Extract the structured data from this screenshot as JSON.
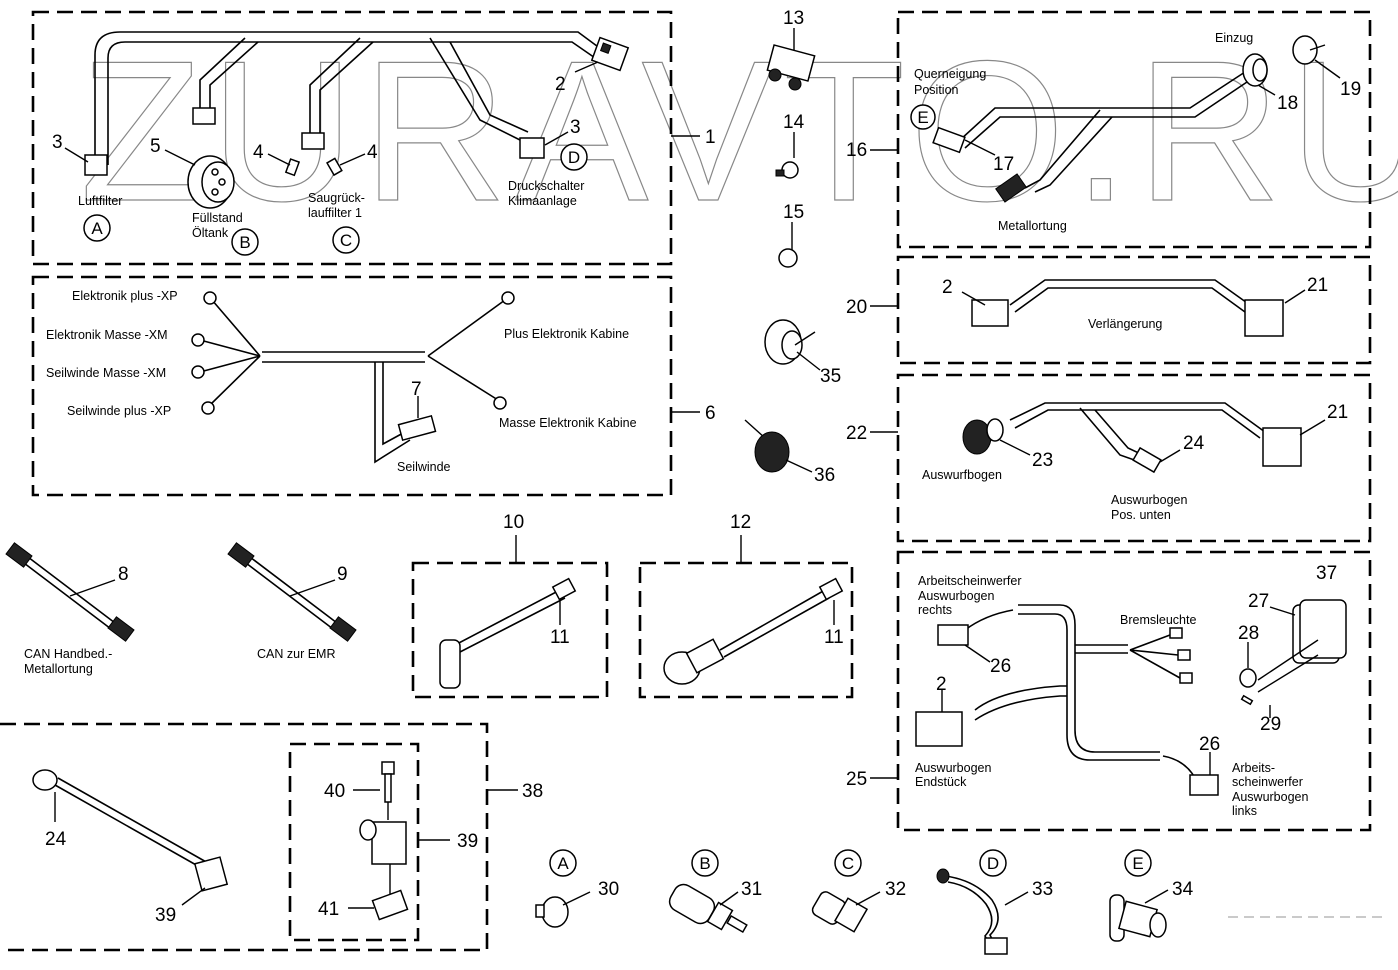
{
  "watermark": "ZURAVTO.RU",
  "accent_colors": {
    "line": "#000000",
    "background": "#ffffff",
    "watermark": "#888888"
  },
  "groups": {
    "g1": {
      "number": "1",
      "labels": {
        "luftfilter": "Luftfilter",
        "fuellstand": "Füllstand",
        "oeltank": "Öltank",
        "saug1": "Saugrück-",
        "saug2": "lauffilter 1",
        "druck1": "Druckschalter",
        "druck2": "Klimaanlage"
      },
      "callouts": {
        "c2": "2",
        "c3a": "3",
        "c3b": "3",
        "c4a": "4",
        "c4b": "4",
        "c5": "5"
      },
      "circles": {
        "a": "A",
        "b": "B",
        "c": "C",
        "d": "D"
      }
    },
    "g6": {
      "number": "6",
      "labels": {
        "ep": "Elektronik plus -XP",
        "em": "Elektronik Masse -XM",
        "sm": "Seilwinde Masse -XM",
        "sp": "Seilwinde plus -XP",
        "pek": "Plus Elektronik Kabine",
        "mek": "Masse Elektronik Kabine",
        "sw": "Seilwinde"
      },
      "callouts": {
        "c7": "7"
      }
    },
    "g16": {
      "number": "16",
      "labels": {
        "quer1": "Querneigung",
        "quer2": "Position",
        "einzug": "Einzug",
        "metall": "Metallortung"
      },
      "callouts": {
        "c17": "17",
        "c18": "18",
        "c19": "19"
      },
      "circles": {
        "e": "E"
      }
    },
    "g20": {
      "number": "20",
      "labels": {
        "verl": "Verlängerung"
      },
      "callouts": {
        "c2": "2",
        "c21": "21"
      }
    },
    "g22": {
      "number": "22",
      "labels": {
        "ausw": "Auswurfbogen",
        "pos1": "Auswurbogen",
        "pos2": "Pos. unten"
      },
      "callouts": {
        "c21": "21",
        "c23": "23",
        "c24": "24"
      }
    },
    "g25": {
      "number": "25",
      "labels": {
        "ar1": "Arbeitscheinwerfer",
        "ar2": "Auswurbogen",
        "ar3": "rechts",
        "brems": "Bremsleuchte",
        "end1": "Auswurbogen",
        "end2": "Endstück",
        "al1": "Arbeits-",
        "al2": "scheinwerfer",
        "al3": "Auswurbogen",
        "al4": "links"
      },
      "callouts": {
        "c2": "2",
        "c26a": "26",
        "c26b": "26",
        "c27": "27",
        "c28": "28",
        "c29": "29",
        "c37": "37"
      }
    },
    "g10": {
      "number": "10",
      "callouts": {
        "c11": "11"
      }
    },
    "g12": {
      "number": "12",
      "callouts": {
        "c11": "11"
      }
    },
    "g38": {
      "number": "38",
      "callouts": {
        "c24": "24",
        "c39a": "39",
        "c39b": "39",
        "c40": "40",
        "c41": "41"
      }
    }
  },
  "loose_parts": {
    "p8": {
      "number": "8",
      "label1": "CAN Handbed.-",
      "label2": "Metallortung"
    },
    "p9": {
      "number": "9",
      "label1": "CAN zur EMR"
    },
    "p13": "13",
    "p14": "14",
    "p15": "15",
    "p35": "35",
    "p36": "36"
  },
  "sensors": [
    {
      "circle": "A",
      "number": "30"
    },
    {
      "circle": "B",
      "number": "31"
    },
    {
      "circle": "C",
      "number": "32"
    },
    {
      "circle": "D",
      "number": "33"
    },
    {
      "circle": "E",
      "number": "34"
    }
  ]
}
